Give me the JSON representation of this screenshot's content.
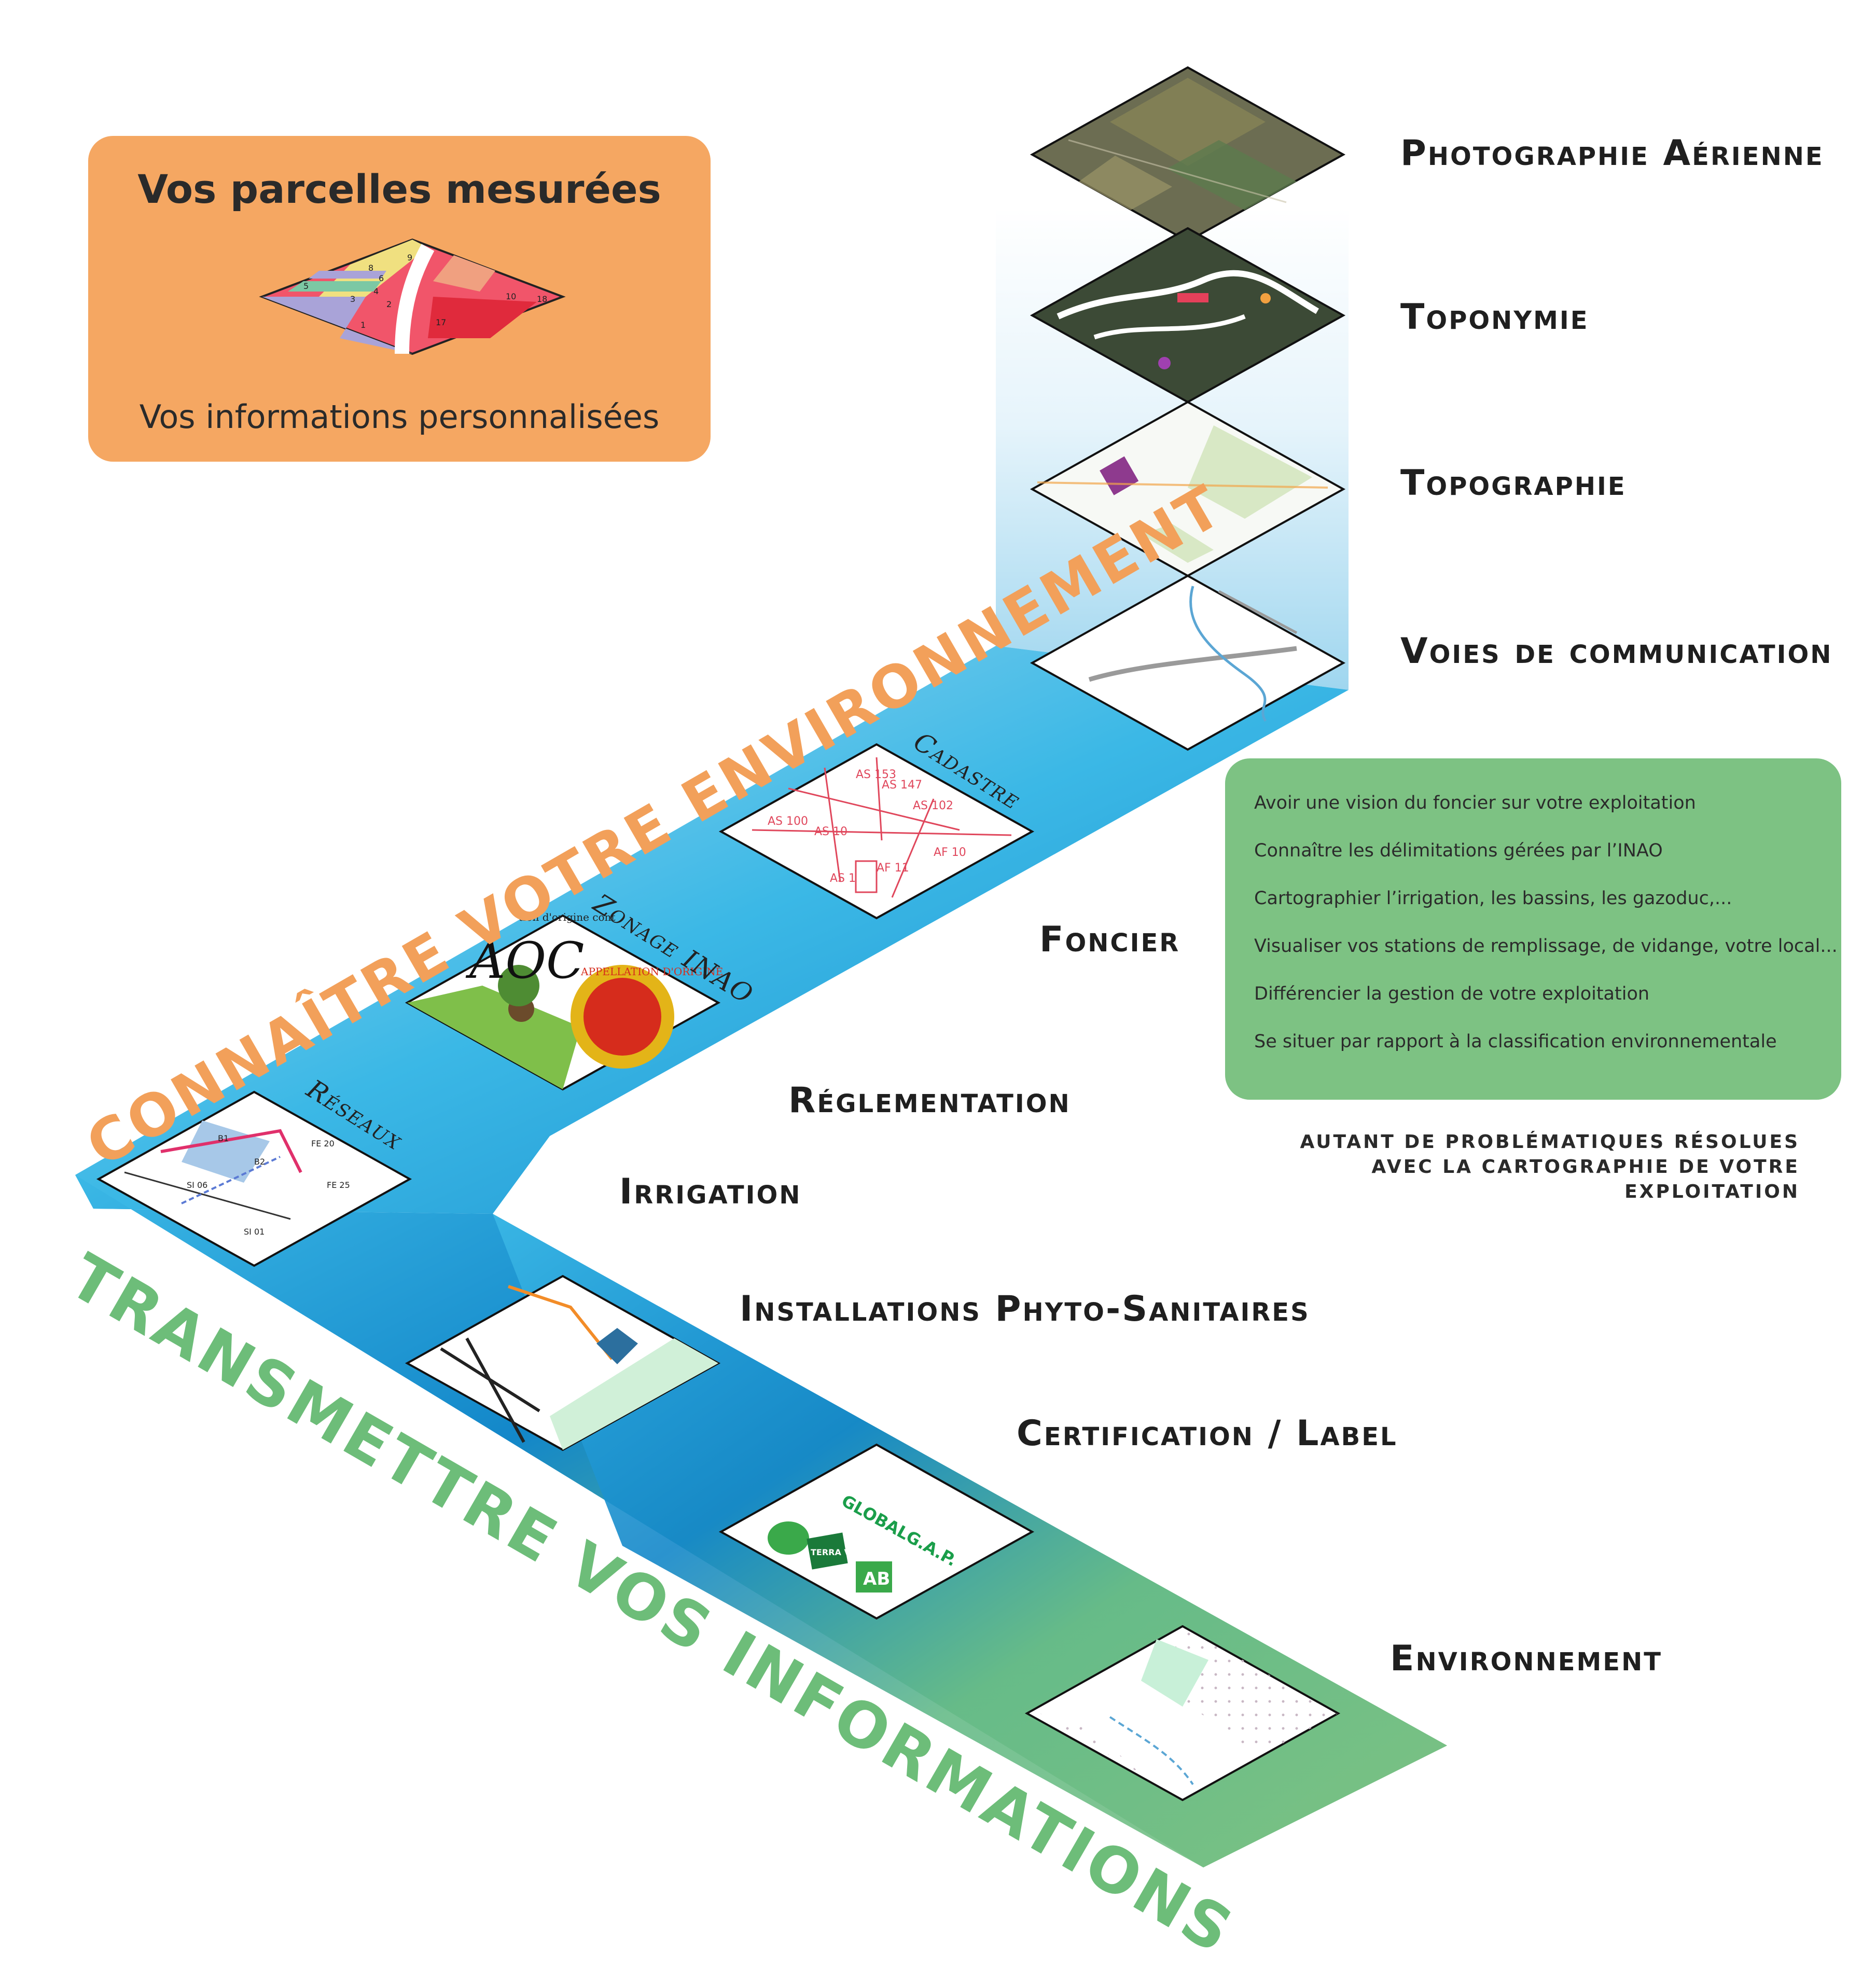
{
  "orange_box": {
    "title": "Vos parcelles mesurées",
    "subtitle": "Vos informations personnalisées"
  },
  "layers": {
    "photographie": "Photographie Aérienne",
    "toponymie": "Toponymie",
    "topographie": "Topographie",
    "voies": "Voies de communication",
    "foncier": "Foncier",
    "reglementation": "Réglementation",
    "irrigation": "Irrigation",
    "installations": "Installations Phyto-Sanitaires",
    "certification": "Certification / Label",
    "environnement": "Environnement"
  },
  "tile_captions": {
    "cadastre": "Cadastre",
    "zonage": "Zonage INAO",
    "reseaux": "Réseaux"
  },
  "tile_texts": {
    "cadastre_codes": [
      "AS 153",
      "AS 147",
      "AS 100",
      "AS 10",
      "AS 102",
      "AF 11",
      "AF 10",
      "AS 1"
    ],
    "reseaux_codes": [
      "FE 20",
      "FE 25",
      "SI 06",
      "SI 01",
      "B1",
      "B2"
    ],
    "zonage_seal": "APPELLATION D'ORIGINE",
    "zonage_logo": "AOC",
    "zonage_curve": "tion d'origine cont",
    "globalgap": "GLOBALG.A.P.",
    "terra_vitis": "TERRA VITIS",
    "ab_logo": "AB",
    "parcel_numbers": [
      "9",
      "8",
      "6",
      "5",
      "4",
      "3",
      "2",
      "1",
      "17",
      "10",
      "18"
    ]
  },
  "diagonals": {
    "connaitre": "CONNAÎTRE VOTRE ENVIRONNEMENT",
    "transmettre": "TRANSMETTRE VOS INFORMATIONS"
  },
  "benefits": {
    "items": [
      "Avoir une vision du foncier sur votre exploitation",
      "Connaître les délimitations gérées par l’INAO",
      "Cartographier l’irrigation, les bassins, les gazoduc,...",
      "Visualiser vos stations de remplissage, de vidange, votre local...",
      "Différencier la gestion de votre exploitation",
      "Se situer par rapport à la classification environnementale"
    ],
    "footer_line1": "AUTANT DE PROBLÉMATIQUES RÉSOLUES",
    "footer_line2": "AVEC LA CARTOGRAPHIE DE VOTRE EXPLOITATION"
  },
  "colors": {
    "orange": "#f5a762",
    "green": "#7dc283",
    "blue_light": "#3bb8e6",
    "blue_dark": "#1387c9",
    "diag_orange": "#f2a05a",
    "diag_green": "#6dbd79"
  }
}
